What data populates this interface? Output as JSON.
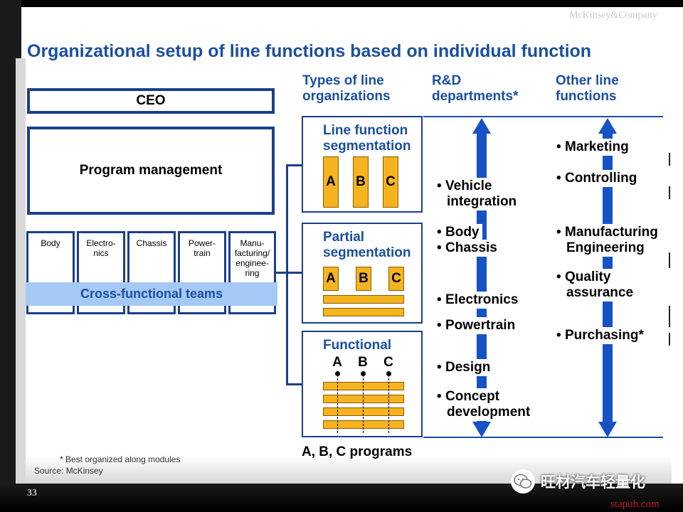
{
  "slide": {
    "brand": "McKinsey&Company",
    "title": "Organizational setup of line functions based on individual function",
    "page_number": "33",
    "footnote": "* Best organized along modules",
    "source": "Source: McKinsey"
  },
  "org": {
    "ceo": "CEO",
    "program_management": "Program management",
    "functions": [
      {
        "line1": "Body",
        "line2": "",
        "line3": "",
        "line4": ""
      },
      {
        "line1": "Electro-",
        "line2": "nics",
        "line3": "",
        "line4": ""
      },
      {
        "line1": "Chassis",
        "line2": "",
        "line3": "",
        "line4": ""
      },
      {
        "line1": "Power-",
        "line2": "train",
        "line3": "",
        "line4": ""
      },
      {
        "line1": "Manu-",
        "line2": "facturing/",
        "line3": "enginee-",
        "line4": "ring"
      }
    ],
    "cross_functional": "Cross-functional teams"
  },
  "columns": {
    "types": {
      "line1": "Types of line",
      "line2": "organizations"
    },
    "rd": {
      "line1": "R&D",
      "line2": "departments*"
    },
    "other": {
      "line1": "Other line",
      "line2": "functions"
    }
  },
  "types": [
    {
      "line1": "Line function",
      "line2": "segmentation",
      "letters": [
        "A",
        "B",
        "C"
      ]
    },
    {
      "line1": "Partial",
      "line2": "segmentation",
      "letters": [
        "A",
        "B",
        "C"
      ]
    },
    {
      "line1": "Functional",
      "line2": "",
      "letters": [
        "A",
        "B",
        "C"
      ]
    }
  ],
  "programs_label": "A, B, C programs",
  "rd_items": [
    {
      "line1": "Vehicle",
      "line2": "integration"
    },
    {
      "line1": "Body",
      "line2": ""
    },
    {
      "line1": "Chassis",
      "line2": ""
    },
    {
      "line1": "Electronics",
      "line2": ""
    },
    {
      "line1": "Powertrain",
      "line2": ""
    },
    {
      "line1": "Design",
      "line2": ""
    },
    {
      "line1": "Concept",
      "line2": "development"
    }
  ],
  "other_items": [
    {
      "line1": "Marketing",
      "line2": ""
    },
    {
      "line1": "Controlling",
      "line2": ""
    },
    {
      "line1": "Manufacturing",
      "line2": "Engineering"
    },
    {
      "line1": "Quality",
      "line2": "assurance"
    },
    {
      "line1": "Purchasing*",
      "line2": ""
    }
  ],
  "bullet_char": "•",
  "watermark": {
    "text": "旺材汽车轻量化",
    "logo_icon": "wechat-icon",
    "url": "stapub.com"
  },
  "colors": {
    "title_blue": "#1a4fa0",
    "navy_border": "#1c3f8c",
    "arrow_blue": "#1553c4",
    "orange": "#f5b31f",
    "cft_band": "#a5c8f5"
  }
}
